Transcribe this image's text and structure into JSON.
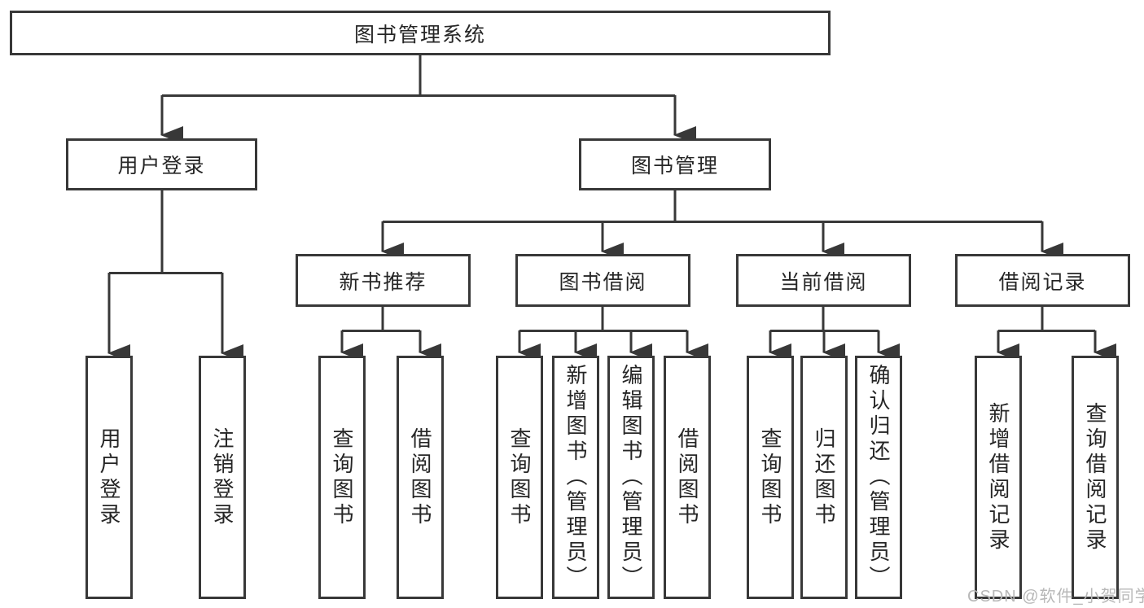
{
  "tree": {
    "root": {
      "label": "图书管理系统"
    },
    "children": [
      {
        "label": "用户登录",
        "children": [
          "用户登录",
          "注销登录"
        ]
      },
      {
        "label": "图书管理",
        "children": [
          {
            "label": "新书推荐",
            "children": [
              "查询图书",
              "借阅图书"
            ]
          },
          {
            "label": "图书借阅",
            "children": [
              "查询图书",
              "新增图书（管理员）",
              "编辑图书（管理员）",
              "借阅图书"
            ]
          },
          {
            "label": "当前借阅",
            "children": [
              "查询图书",
              "归还图书",
              "确认归还（管理员）"
            ]
          },
          {
            "label": "借阅记录",
            "children": [
              "新增借阅记录",
              "查询借阅记录"
            ]
          }
        ]
      }
    ]
  },
  "watermark": {
    "text": "CSDN @软件_小贺同学"
  },
  "colors": {
    "line": "#383838",
    "node_border": "#383838",
    "node_text": "#262626",
    "background": "#ffffff",
    "watermark_text": "#b8b8b8"
  }
}
